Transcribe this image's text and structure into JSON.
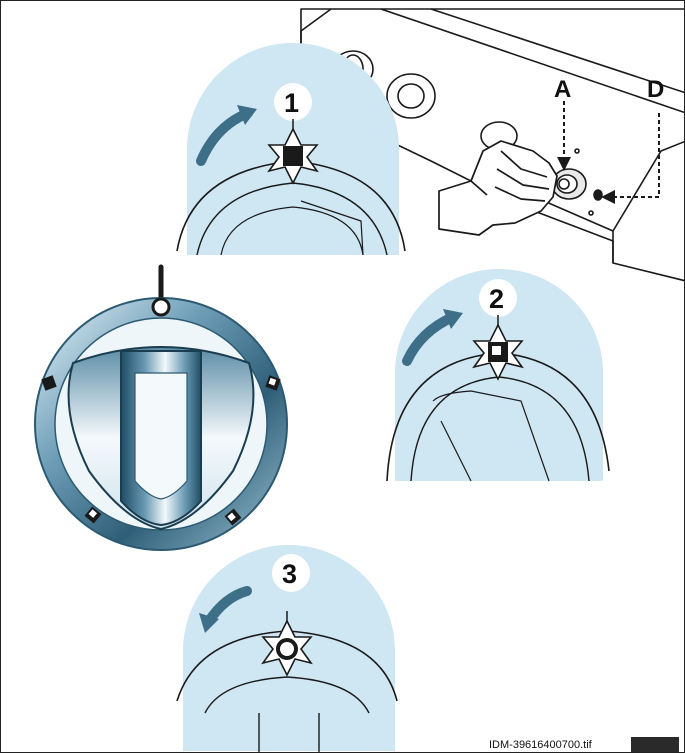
{
  "steps": [
    {
      "number": "1",
      "symbol": "filled-square"
    },
    {
      "number": "2",
      "symbol": "corner-square"
    },
    {
      "number": "3",
      "symbol": "circle"
    }
  ],
  "callouts": {
    "a": "A",
    "d": "D"
  },
  "caption": "IDM-39616400700.tif",
  "colors": {
    "bubble": "#cfe6f3",
    "ring_dark": "#3d6f88",
    "ring_light": "#d9ecf5",
    "line": "#1a1a1a"
  }
}
